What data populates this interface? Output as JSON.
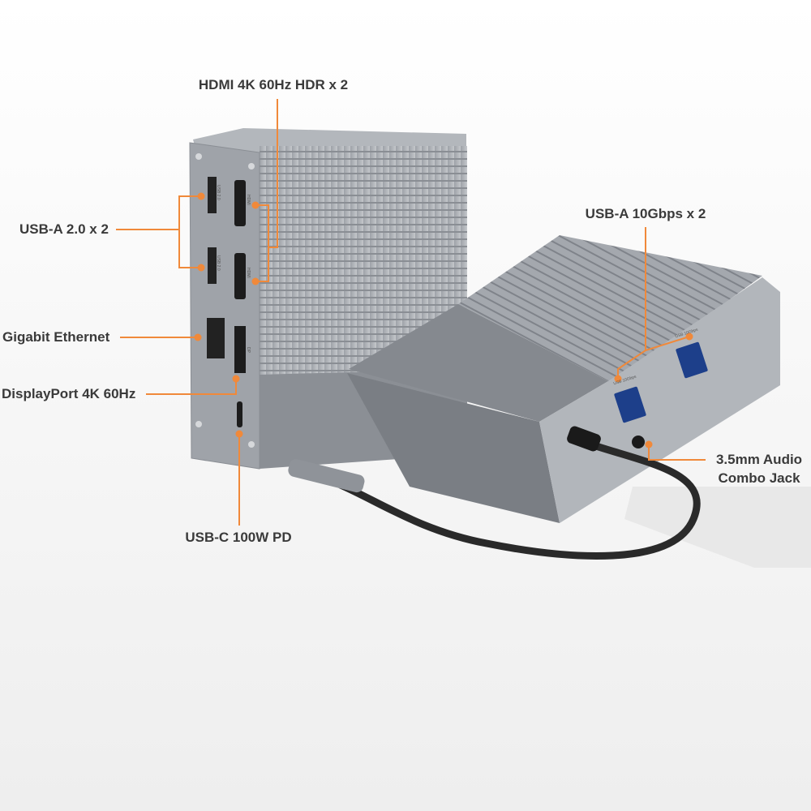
{
  "callouts": {
    "hdmi": "HDMI 4K 60Hz HDR x 2",
    "usb_a_20": "USB-A 2.0 x 2",
    "ethernet": "Gigabit Ethernet",
    "displayport": "DisplayPort 4K 60Hz",
    "usb_c": "USB-C 100W PD",
    "usb_a_10g": "USB-A 10Gbps x 2",
    "audio_line1": "3.5mm Audio",
    "audio_line2": "Combo Jack"
  },
  "port_labels": {
    "usb20": "USB 2.0",
    "hdmi": "HDMI",
    "dp": "DP",
    "usb10g": "USB 10Gbps"
  },
  "colors": {
    "accent": "#f0893a",
    "text": "#3a3a3a",
    "aluminum": "#a9adb3",
    "aluminum_dark": "#7d8187"
  }
}
